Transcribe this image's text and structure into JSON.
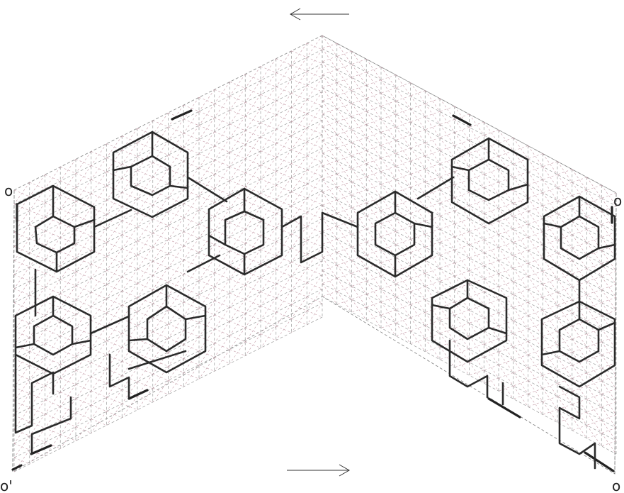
{
  "labels": {
    "left_top": "o",
    "right_top": "o",
    "bottom_left": "o'",
    "bottom_right": "o"
  },
  "arrows": {
    "top_direction": "left",
    "bottom_direction": "right"
  },
  "colors": {
    "path": "#2b2b2b",
    "grid": "#9a9a9a",
    "grid_accent": "#c49aa6"
  }
}
